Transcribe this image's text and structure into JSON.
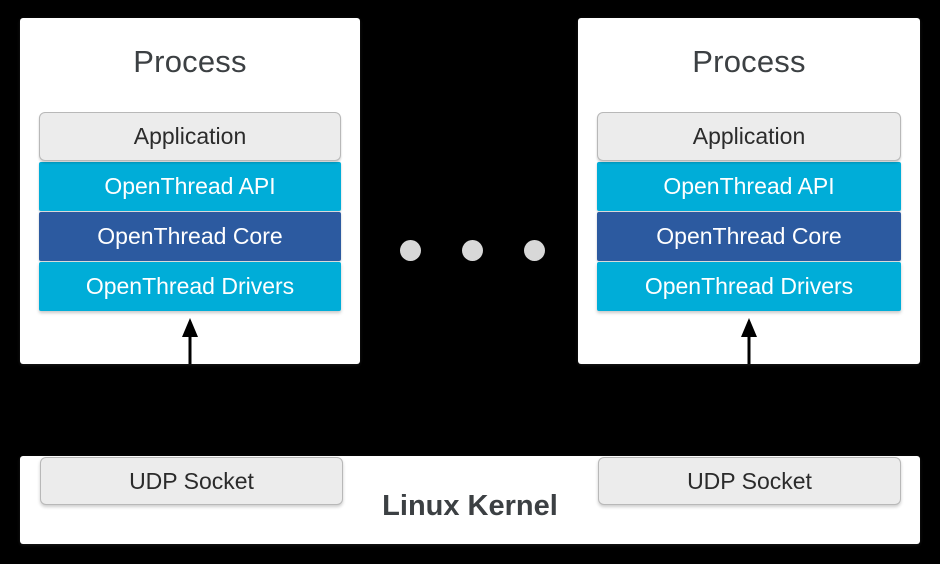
{
  "diagram": {
    "background_color": "#000000",
    "panel_color": "#ffffff",
    "accent_cyan": "#00ADD8",
    "accent_blue": "#2C5AA0",
    "neutral_gray": "#ECECEC",
    "text_dark": "#3C4043",
    "dot_color": "#D8D8D8"
  },
  "processes": [
    {
      "title": "Process",
      "layers": [
        {
          "label": "Application",
          "style": "gray"
        },
        {
          "label": "OpenThread API",
          "style": "cyan"
        },
        {
          "label": "OpenThread Core",
          "style": "blue"
        },
        {
          "label": "OpenThread Drivers",
          "style": "cyan"
        }
      ],
      "arrow": {
        "name": "upward-arrow",
        "direction": "up"
      }
    },
    {
      "title": "Process",
      "layers": [
        {
          "label": "Application",
          "style": "gray"
        },
        {
          "label": "OpenThread API",
          "style": "cyan"
        },
        {
          "label": "OpenThread Core",
          "style": "blue"
        },
        {
          "label": "OpenThread Drivers",
          "style": "cyan"
        }
      ],
      "arrow": {
        "name": "upward-arrow",
        "direction": "up"
      }
    }
  ],
  "ellipsis": {
    "name": "more-processes-ellipsis",
    "dot_count": 3
  },
  "kernel": {
    "title": "Linux Kernel",
    "sockets": [
      {
        "label": "UDP Socket"
      },
      {
        "label": "UDP Socket"
      }
    ]
  }
}
